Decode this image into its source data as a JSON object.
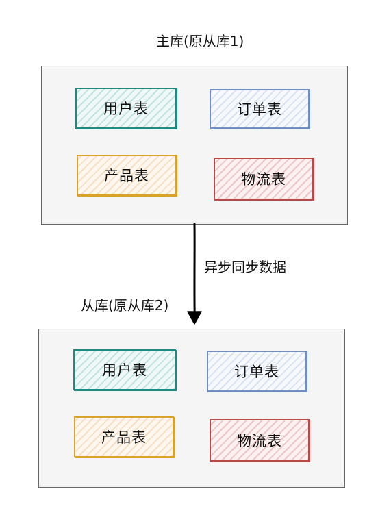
{
  "primary_db": {
    "label": "主库(原从库1)",
    "tables": [
      {
        "name": "用户表",
        "color": "#1f8a80"
      },
      {
        "name": "订单表",
        "color": "#6f8ec2"
      },
      {
        "name": "产品表",
        "color": "#d9a22a"
      },
      {
        "name": "物流表",
        "color": "#b54a4a"
      }
    ]
  },
  "sync": {
    "label": "异步同步数据"
  },
  "replica_db": {
    "label": "从库(原从库2)",
    "tables": [
      {
        "name": "用户表",
        "color": "#1f8a80"
      },
      {
        "name": "订单表",
        "color": "#6f8ec2"
      },
      {
        "name": "产品表",
        "color": "#d9a22a"
      },
      {
        "name": "物流表",
        "color": "#b54a4a"
      }
    ]
  }
}
